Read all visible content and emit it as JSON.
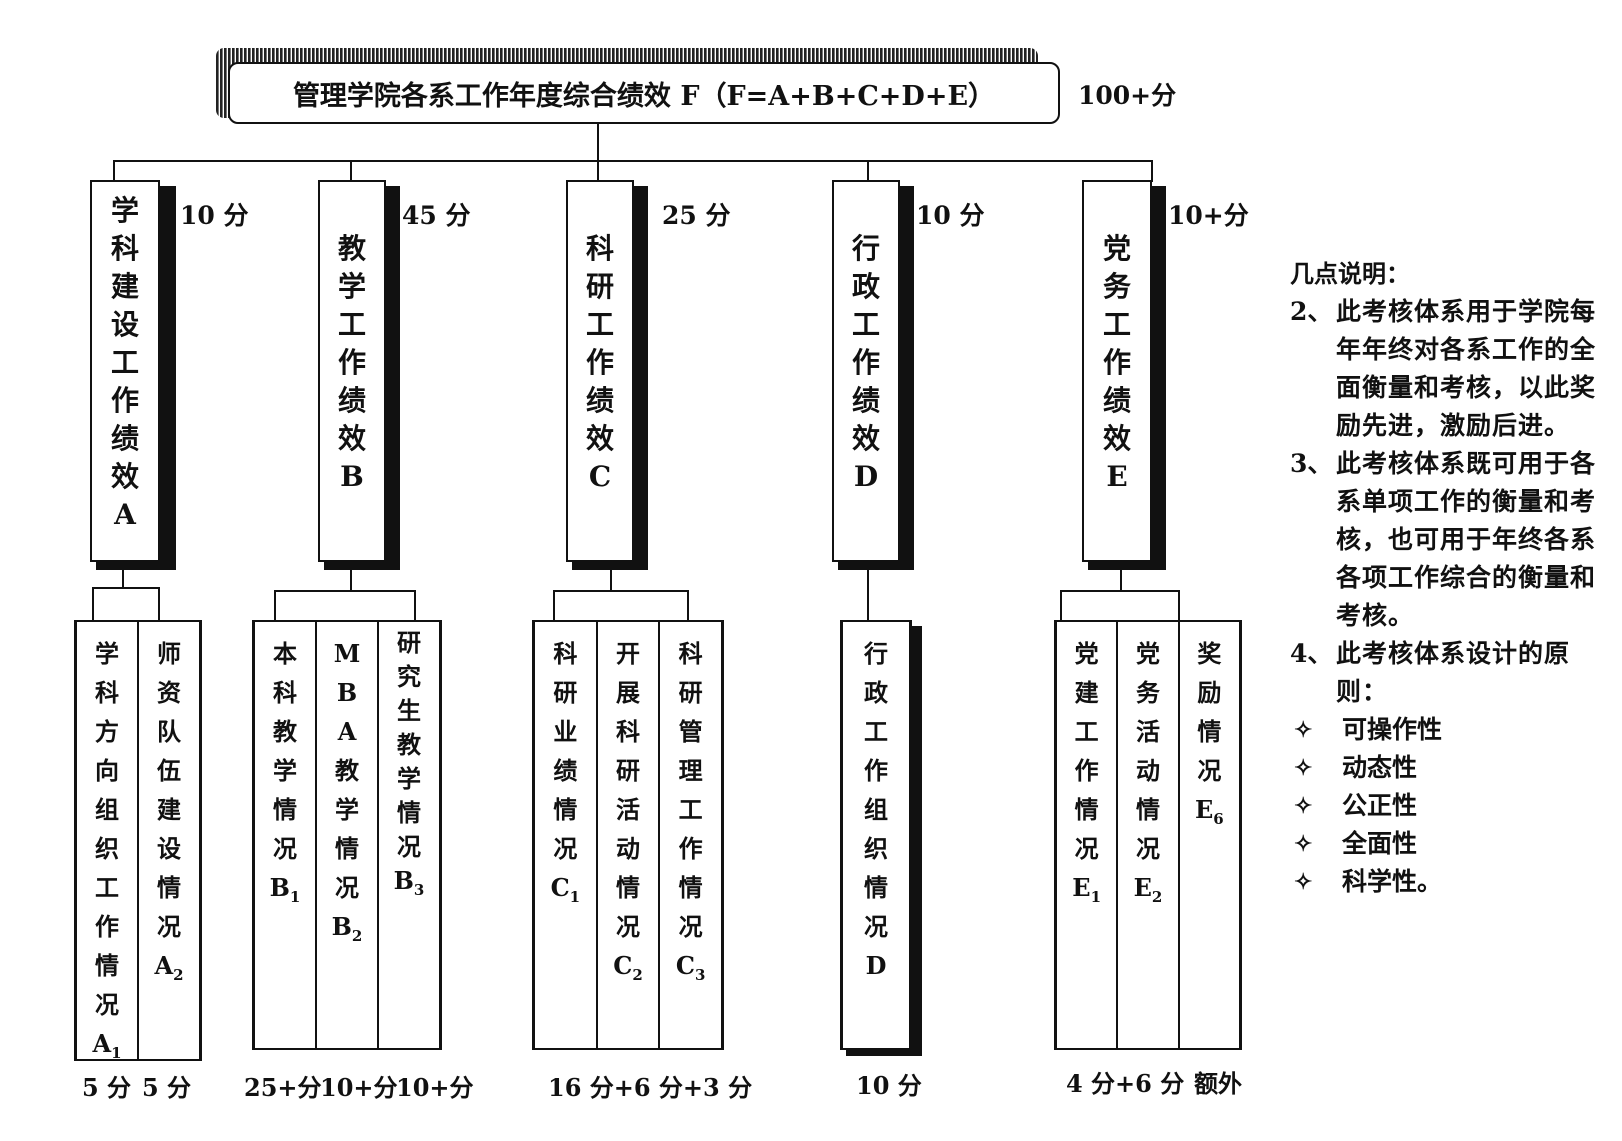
{
  "root": {
    "title": "管理学院各系工作年度综合绩效 F（F=A+B+C+D+E）",
    "score": "100+分"
  },
  "categories": [
    {
      "chars": [
        "学",
        "科",
        "建",
        "设",
        "工",
        "作",
        "绩",
        "效",
        "A"
      ],
      "score": "10 分"
    },
    {
      "chars": [
        "教",
        "学",
        "工",
        "作",
        "绩",
        "效",
        "B"
      ],
      "score": "45 分"
    },
    {
      "chars": [
        "科",
        "研",
        "工",
        "作",
        "绩",
        "效",
        "C"
      ],
      "score": "25 分"
    },
    {
      "chars": [
        "行",
        "政",
        "工",
        "作",
        "绩",
        "效",
        "D"
      ],
      "score": "10 分"
    },
    {
      "chars": [
        "党",
        "务",
        "工",
        "作",
        "绩",
        "效",
        "E"
      ],
      "score": "10+分"
    }
  ],
  "subitems": [
    [
      {
        "chars": [
          "学",
          "科",
          "方",
          "向",
          "组",
          "织",
          "工",
          "作",
          "情",
          "况"
        ],
        "label": "A",
        "sub": "1"
      },
      {
        "chars": [
          "师",
          "资",
          "队",
          "伍",
          "建",
          "设",
          "情",
          "况"
        ],
        "label": "A",
        "sub": "2"
      }
    ],
    [
      {
        "chars": [
          "本",
          "科",
          "教",
          "学",
          "情",
          "况"
        ],
        "label": "B",
        "sub": "1"
      },
      {
        "chars": [
          "M",
          "B",
          "A",
          "教",
          "学",
          "情",
          "况"
        ],
        "label": "B",
        "sub": "2"
      },
      {
        "chars": [
          "研",
          "究",
          "生",
          "教",
          "学",
          "情",
          "况"
        ],
        "label": "B",
        "sub": "3"
      }
    ],
    [
      {
        "chars": [
          "科",
          "研",
          "业",
          "绩",
          "情",
          "况"
        ],
        "label": "C",
        "sub": "1"
      },
      {
        "chars": [
          "开",
          "展",
          "科",
          "研",
          "活",
          "动",
          "情",
          "况"
        ],
        "label": "C",
        "sub": "2"
      },
      {
        "chars": [
          "科",
          "研",
          "管",
          "理",
          "工",
          "作",
          "情",
          "况"
        ],
        "label": "C",
        "sub": "3"
      }
    ],
    [
      {
        "chars": [
          "行",
          "政",
          "工",
          "作",
          "组",
          "织",
          "情",
          "况",
          "D"
        ],
        "label": "",
        "sub": ""
      }
    ],
    [
      {
        "chars": [
          "党",
          "建",
          "工",
          "作",
          "情",
          "况"
        ],
        "label": "E",
        "sub": "1"
      },
      {
        "chars": [
          "党",
          "务",
          "活",
          "动",
          "情",
          "况"
        ],
        "label": "E",
        "sub": "2"
      },
      {
        "chars": [
          "奖",
          "励",
          "情",
          "况"
        ],
        "label": "E",
        "sub": "6"
      }
    ]
  ],
  "bottom_scores": {
    "a1": "5 分",
    "a2": "5 分",
    "b1": "25+分",
    "b2": "10+分",
    "b3": "10+分",
    "c": "16 分+6 分+3 分",
    "d": "10 分",
    "e": "4 分+6 分",
    "e6": "额外"
  },
  "notes": {
    "title": "几点说明：",
    "items": [
      {
        "num": "2、",
        "text": "此考核体系用于学院每年年终对各系工作的全面衡量和考核，以此奖励先进，激励后进。"
      },
      {
        "num": "3、",
        "text": "此考核体系既可用于各系单项工作的衡量和考核，也可用于年终各系各项工作综合的衡量和考核。"
      },
      {
        "num": "4、",
        "text": "此考核体系设计的原则："
      }
    ],
    "bullet_icon": "four-point-star-icon",
    "bullet_symbol": "✧",
    "bullets": [
      "可操作性",
      "动态性",
      "公正性",
      "全面性",
      "科学性。"
    ]
  }
}
